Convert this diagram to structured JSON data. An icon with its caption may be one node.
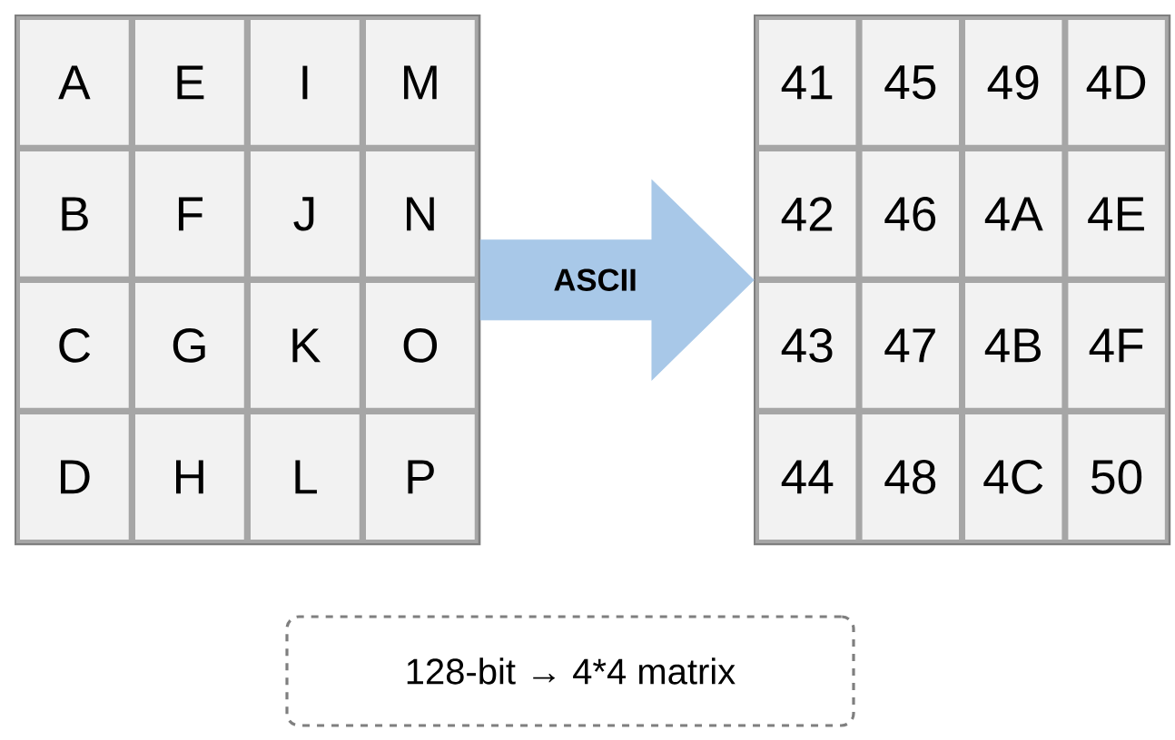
{
  "diagram": {
    "nodes": [
      {
        "text": [],
        "shape": "box"
      },
      {
        "text": [],
        "shape": "box"
      },
      {
        "text": [
          "128-bit → 4*4 matrix"
        ]
      }
    ],
    "edges": [
      {
        "from": 0,
        "to": 1,
        "arrow": "to",
        "label": "ASCII"
      }
    ],
    "labels": [
      "A",
      "E",
      "I",
      "M",
      "B",
      "F",
      "J",
      "N",
      "C",
      "G",
      "K",
      "O",
      "D",
      "H",
      "L",
      "P",
      "41",
      "45",
      "49",
      "4D",
      "42",
      "46",
      "4A",
      "4E",
      "43",
      "47",
      "4B",
      "4F",
      "44",
      "48",
      "4C",
      "50"
    ]
  }
}
